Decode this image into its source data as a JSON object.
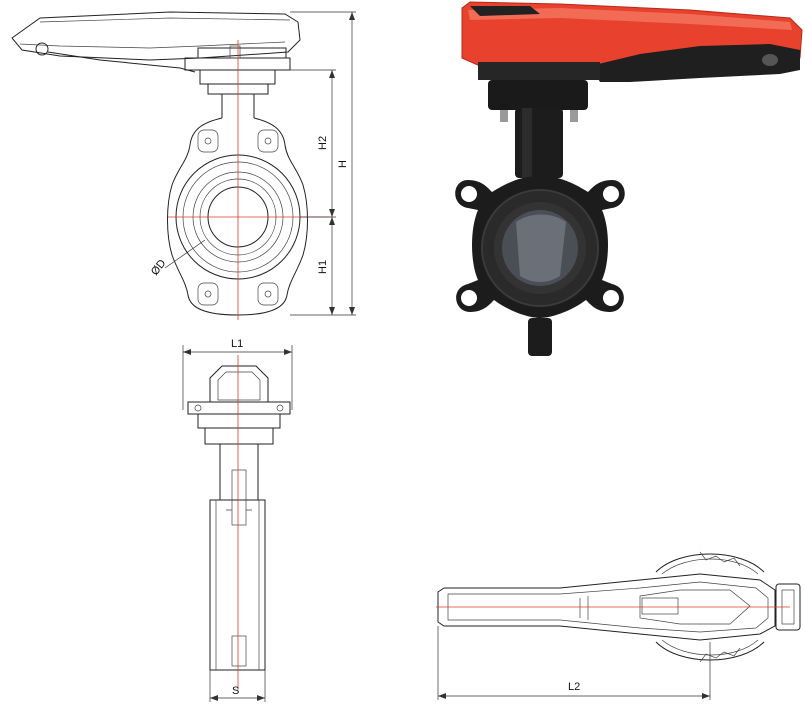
{
  "dimensions": {
    "H": "H",
    "H1": "H1",
    "H2": "H2",
    "D": "ØD",
    "L1": "L1",
    "L2": "L2",
    "S": "S"
  },
  "colors": {
    "handle_red": "#e8412e",
    "body_black": "#1c1c1c",
    "centerline": "#e03a2a"
  }
}
